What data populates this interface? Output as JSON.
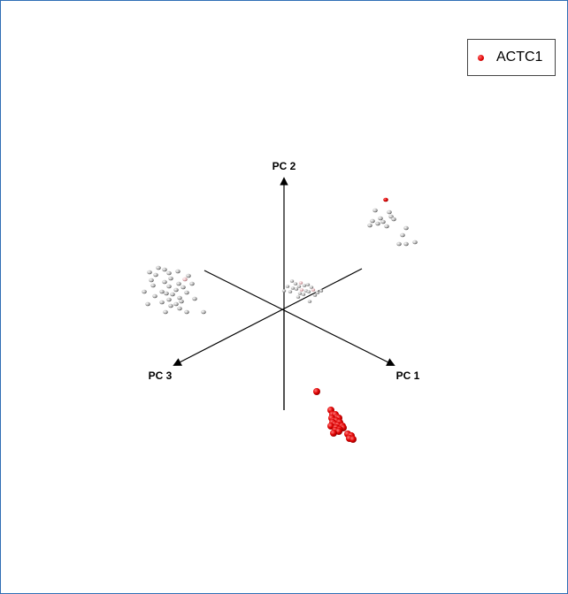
{
  "chart_data": {
    "type": "scatter",
    "title": "",
    "axes": {
      "x_label": "PC 1",
      "y_label": "PC 2",
      "z_label": "PC 3"
    },
    "legend": {
      "position": "top-right",
      "entries": [
        {
          "label": "ACTC1",
          "color": "#e00000"
        }
      ]
    },
    "colors": {
      "highlight": "#e00000",
      "projection_gray": "#b5b5b5",
      "projection_pink": "#e8b7bb",
      "axis": "#000000"
    },
    "series": [
      {
        "name": "ACTC1",
        "points": [
          [
            37,
            -92
          ],
          [
            53,
            -113
          ],
          [
            55,
            -118
          ],
          [
            58,
            -118
          ],
          [
            60,
            -121
          ],
          [
            54,
            -122
          ],
          [
            62,
            -122
          ],
          [
            56,
            -125
          ],
          [
            59,
            -125
          ],
          [
            55,
            -127
          ],
          [
            63,
            -127
          ],
          [
            57,
            -129
          ],
          [
            61,
            -130
          ],
          [
            53,
            -131
          ],
          [
            66,
            -131
          ],
          [
            59,
            -133
          ],
          [
            67,
            -133
          ],
          [
            63,
            -135
          ],
          [
            58,
            -136
          ],
          [
            62,
            -137
          ],
          [
            56,
            -139
          ],
          [
            72,
            -140
          ],
          [
            76,
            -142
          ],
          [
            74,
            -145
          ],
          [
            78,
            -146
          ]
        ]
      }
    ],
    "projections": {
      "pc1_pc2_plane": [
        [
          115,
          125
        ],
        [
          103,
          113
        ],
        [
          119,
          111
        ],
        [
          121,
          106
        ],
        [
          109,
          104
        ],
        [
          124,
          103
        ],
        [
          100,
          101
        ],
        [
          112,
          100
        ],
        [
          106,
          98
        ],
        [
          97,
          96
        ],
        [
          116,
          95
        ],
        [
          138,
          93
        ],
        [
          134,
          85
        ],
        [
          148,
          77
        ],
        [
          130,
          75
        ],
        [
          138,
          75
        ]
      ],
      "pc2_pc3_plane": [
        [
          -142,
          48
        ],
        [
          -135,
          46
        ],
        [
          -120,
          44
        ],
        [
          -152,
          43
        ],
        [
          -130,
          42
        ],
        [
          -145,
          40
        ],
        [
          -108,
          39
        ],
        [
          -128,
          36
        ],
        [
          -112,
          35
        ],
        [
          -150,
          34
        ],
        [
          -135,
          32
        ],
        [
          -119,
          30
        ],
        [
          -104,
          30
        ],
        [
          -148,
          28
        ],
        [
          -130,
          27
        ],
        [
          -114,
          26
        ],
        [
          -122,
          23
        ],
        [
          -158,
          21
        ],
        [
          -138,
          21
        ],
        [
          -110,
          20
        ],
        [
          -133,
          19
        ],
        [
          -126,
          18
        ],
        [
          -146,
          16
        ],
        [
          -118,
          14
        ],
        [
          -101,
          13
        ],
        [
          -130,
          12
        ],
        [
          -116,
          10
        ],
        [
          -138,
          9
        ],
        [
          -122,
          7
        ],
        [
          -154,
          7
        ],
        [
          -128,
          5
        ],
        [
          -118,
          2
        ],
        [
          -134,
          -2
        ],
        [
          -110,
          -2
        ],
        [
          -91,
          -2
        ]
      ],
      "pc1_pc3_plane": [
        [
          9,
          33
        ],
        [
          13,
          30
        ],
        [
          17,
          27
        ],
        [
          19,
          31
        ],
        [
          23,
          28
        ],
        [
          27,
          29
        ],
        [
          31,
          26
        ],
        [
          4,
          27
        ],
        [
          10,
          25
        ],
        [
          14,
          24
        ],
        [
          20,
          23
        ],
        [
          25,
          22
        ],
        [
          33,
          23
        ],
        [
          28,
          21
        ],
        [
          7,
          21
        ],
        [
          18,
          19
        ],
        [
          22,
          18
        ],
        [
          38,
          20
        ],
        [
          35,
          17
        ],
        [
          42,
          22
        ],
        [
          0,
          22
        ],
        [
          16,
          15
        ],
        [
          29,
          10
        ]
      ],
      "highlight_indices": {
        "pc1_pc2_plane": [
          0
        ],
        "pc2_pc3_plane": [
          8
        ],
        "pc1_pc3_plane": [
          3,
          10,
          12
        ]
      }
    }
  }
}
